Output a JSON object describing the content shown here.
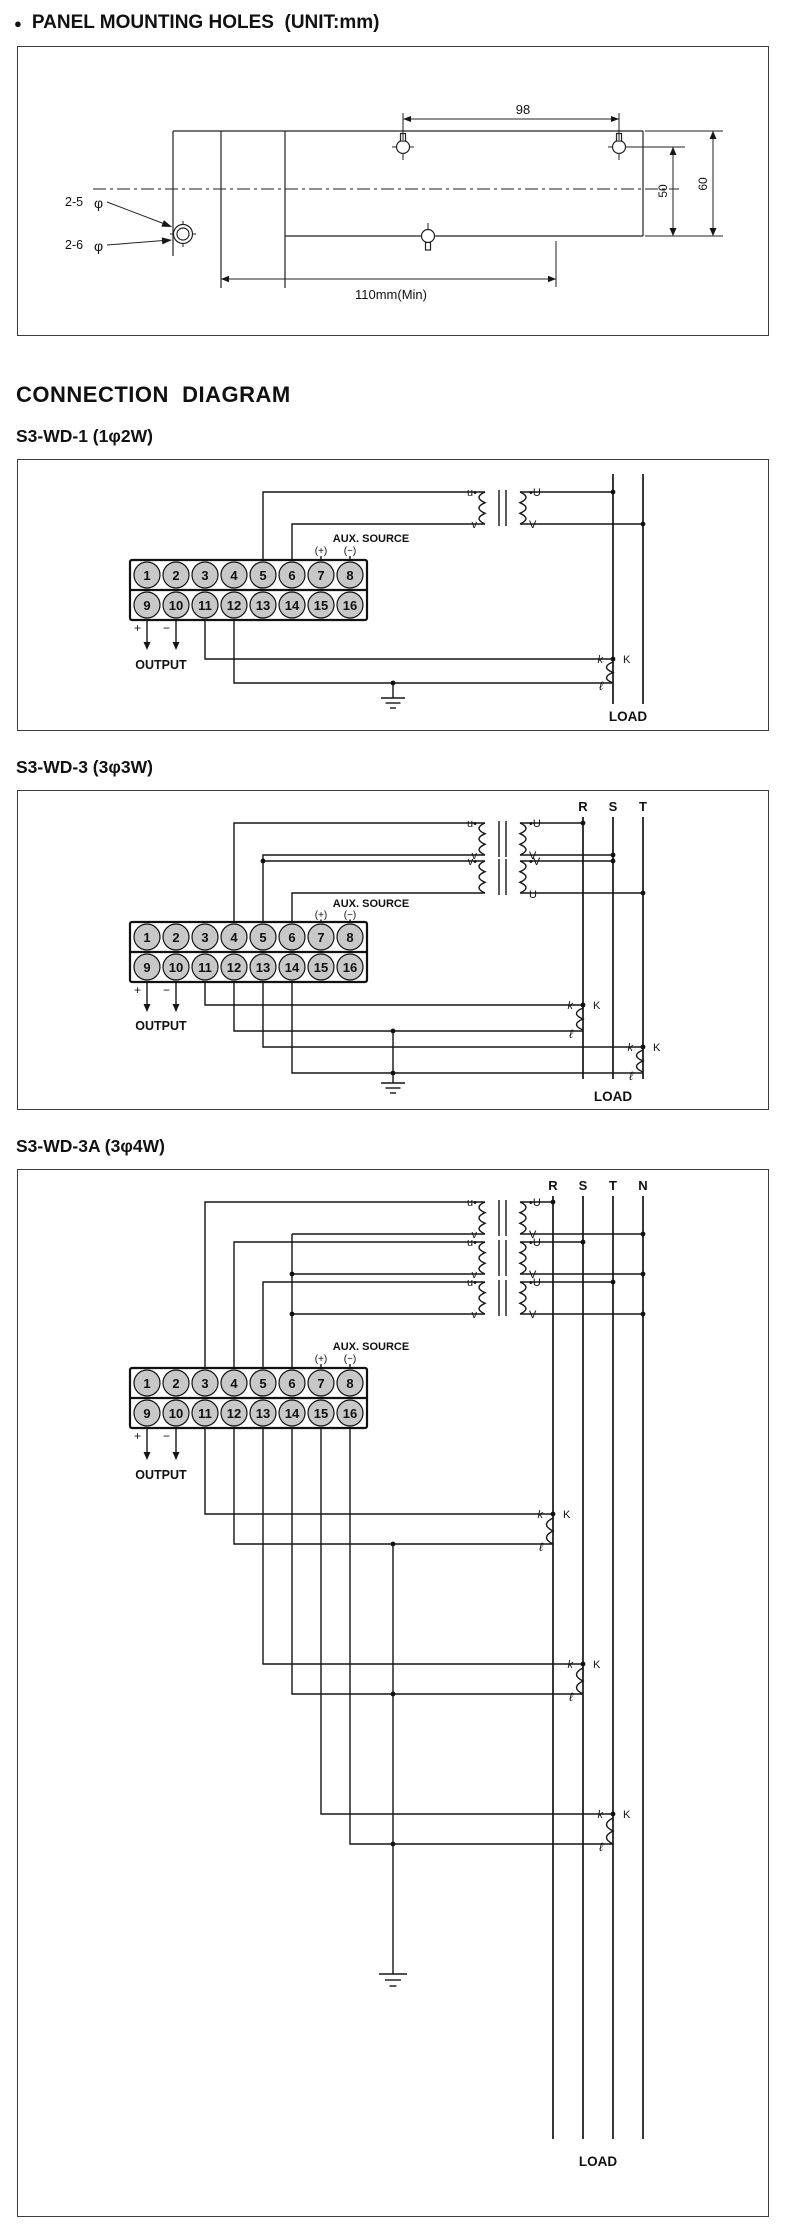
{
  "header": {
    "bullet": "●",
    "title": "PANEL MOUNTING HOLES  (UNIT:mm)"
  },
  "mounting": {
    "dim_top": "98",
    "dim_right_inner": "50",
    "dim_right_outer": "60",
    "dim_bottom": "110mm(Min)",
    "hole_label_top": "2-5",
    "hole_label_bottom": "2-6",
    "phi": "φ"
  },
  "connection": {
    "title": "CONNECTION  DIAGRAM"
  },
  "terminals": [
    "1",
    "2",
    "3",
    "4",
    "5",
    "6",
    "7",
    "8",
    "9",
    "10",
    "11",
    "12",
    "13",
    "14",
    "15",
    "16"
  ],
  "labels": {
    "aux": "AUX. SOURCE",
    "aux_plus": "(+)",
    "aux_minus": "(−)",
    "output": "OUTPUT",
    "plus": "+",
    "minus": "−",
    "load": "LOAD",
    "ct_k_small": "k",
    "ct_k_big": "K",
    "ct_l": "ℓ"
  },
  "d1": {
    "heading": "S3-WD-1 (1φ2W)",
    "phases": [],
    "pt": [
      {
        "lt": "u•",
        "lb": "v",
        "rt": "•U",
        "rb": "V"
      }
    ]
  },
  "d2": {
    "heading": "S3-WD-3 (3φ3W)",
    "phases": [
      "R",
      "S",
      "T"
    ],
    "pt": [
      {
        "lt": "u•",
        "lb": "v",
        "rt": "•U",
        "rb": "V"
      },
      {
        "lt": "v•",
        "lb": "",
        "rt": "•V",
        "rb": "U"
      }
    ]
  },
  "d3": {
    "heading": "S3-WD-3A (3φ4W)",
    "phases": [
      "R",
      "S",
      "T",
      "N"
    ],
    "pt": [
      {
        "lt": "u•",
        "lb": "v",
        "rt": "•U",
        "rb": "V"
      },
      {
        "lt": "u•",
        "lb": "v",
        "rt": "•U",
        "rb": "V"
      },
      {
        "lt": "u•",
        "lb": "v",
        "rt": "•U",
        "rb": "V"
      }
    ]
  }
}
